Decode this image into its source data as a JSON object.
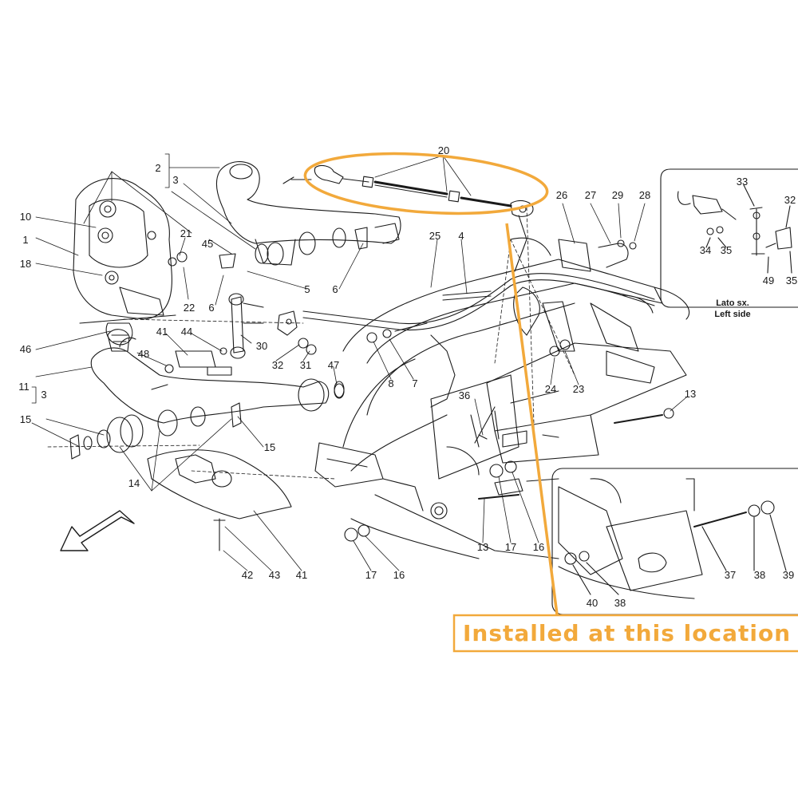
{
  "colors": {
    "highlight": "#f2a93b",
    "line": "#1a1a1a",
    "background": "#ffffff"
  },
  "inset_left_side": {
    "caption_it": "Lato sx.",
    "caption_en": "Left side",
    "labels": [
      "33",
      "32",
      "34",
      "35",
      "49",
      "35"
    ]
  },
  "callout": {
    "text": "Installed at this location"
  },
  "part_labels": [
    "20",
    "2",
    "3",
    "26",
    "27",
    "29",
    "28",
    "10",
    "1",
    "21",
    "45",
    "25",
    "4",
    "18",
    "22",
    "6",
    "5",
    "6",
    "46",
    "41",
    "44",
    "30",
    "32",
    "31",
    "47",
    "48",
    "11",
    "3",
    "8",
    "7",
    "24",
    "23",
    "36",
    "13",
    "15",
    "15",
    "14",
    "42",
    "43",
    "41",
    "17",
    "16",
    "13",
    "17",
    "16",
    "37",
    "38",
    "39",
    "40",
    "38"
  ],
  "direction_icon": "front-arrow-icon"
}
